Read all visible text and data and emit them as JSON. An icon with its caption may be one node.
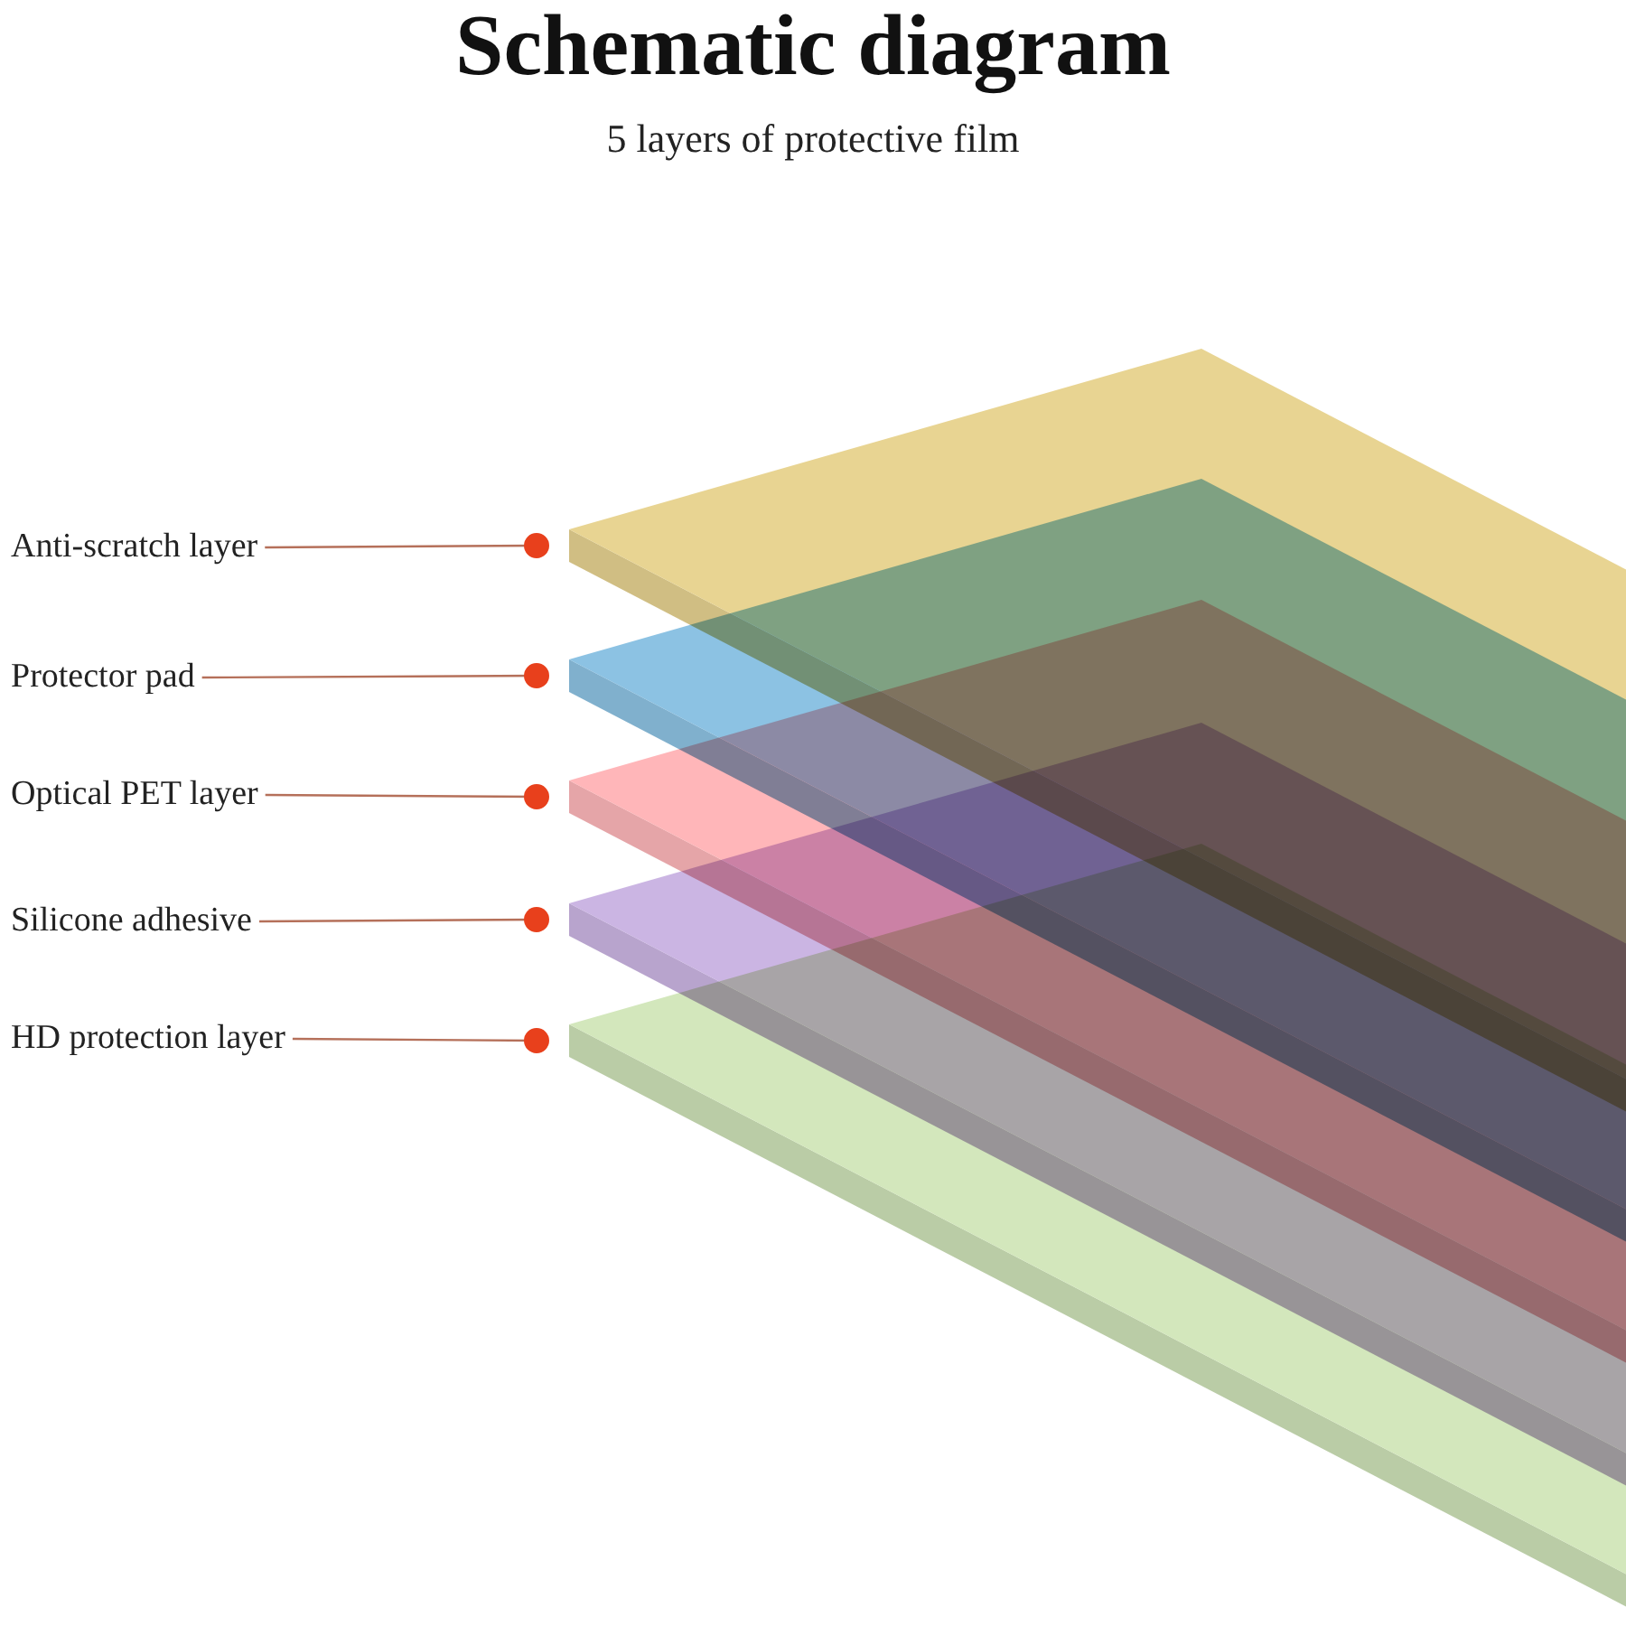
{
  "diagram": {
    "title": "Schematic diagram",
    "caption": "5 layers of protective film",
    "nodes": [
      {
        "text": [
          "Anti-scratch layer"
        ]
      },
      {
        "text": [
          "Protector pad"
        ]
      },
      {
        "text": [
          "Optical PET layer"
        ]
      },
      {
        "text": [
          "Silicone adhesive"
        ]
      },
      {
        "text": [
          "HD protection layer"
        ]
      },
      {
        "text": [],
        "shape": "box"
      },
      {
        "text": [],
        "shape": "box"
      },
      {
        "text": [],
        "shape": "box"
      },
      {
        "text": [],
        "shape": "box"
      },
      {
        "text": [],
        "shape": "box"
      }
    ],
    "edges": [
      {
        "from": 0,
        "to": 5,
        "arrow": "other"
      },
      {
        "from": 1,
        "to": 6,
        "arrow": "other"
      },
      {
        "from": 2,
        "to": 7,
        "arrow": "other"
      },
      {
        "from": 3,
        "to": 8,
        "arrow": "other"
      },
      {
        "from": 4,
        "to": 9,
        "arrow": "other"
      }
    ]
  }
}
